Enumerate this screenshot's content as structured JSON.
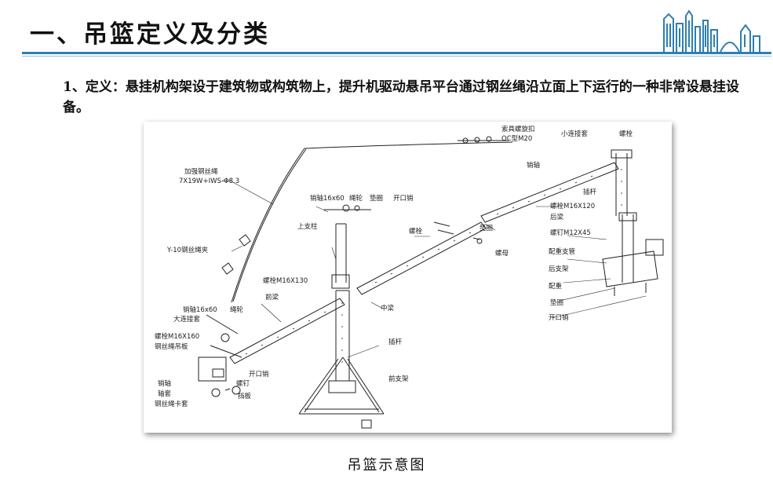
{
  "header": {
    "title": "一、吊篮定义及分类",
    "accent_color": "#2e7fb0",
    "logo_icon": "city-skyline-icon"
  },
  "definition": {
    "text": "1、定义：悬挂机构架设于建筑物或构筑物上，提升机驱动悬吊平台通过钢丝绳沿立面上下运行的一种非常设悬挂设备。"
  },
  "figure": {
    "caption": "吊篮示意图",
    "labels": {
      "reinforced_rope": "加强钢丝绳",
      "rope_spec": "7X19W+IWS-Φ8.3",
      "rope_clamp": "Y-10钢丝绳夹",
      "turnbuckle": "索具螺旋扣",
      "turnbuckle_spec": "OC型M20",
      "small_sleeve": "小连接套",
      "bolt_top": "螺栓",
      "pin_top": "销轴",
      "insert_rod_rear": "插杆",
      "pin_shaft_16x60_a": "销轴16x60",
      "rope_wheel_a": "绳轮",
      "washer_a": "垫圈",
      "cotter_pin_a": "开口销",
      "upper_column": "上支柱",
      "bolt_mid": "螺栓",
      "washer_mid": "垫圈",
      "nut_mid": "螺母",
      "bolt_m16x130": "螺栓M16X130",
      "rear_beam": "后梁",
      "bolt_m16x120": "螺栓M16X120",
      "screw_m12x45": "螺钉M12X45",
      "counterweight_tube": "配重支管",
      "rear_frame": "后支架",
      "counterweight": "配重",
      "washer_b": "垫圈",
      "cotter_pin_b": "开口销",
      "front_beam": "前梁",
      "middle_beam": "中梁",
      "insert_rod_front": "插杆",
      "front_frame": "前支架",
      "pin_shaft_16x60_b": "销轴16x60",
      "big_sleeve": "大连接套",
      "rope_wheel_b": "绳轮",
      "bolt_m16x160": "螺栓M16X160",
      "rope_hanging_plate": "钢丝绳吊板",
      "cotter_pin_c": "开口销",
      "pin_bottom": "销轴",
      "screw_bottom": "螺钉",
      "shaft_sleeve": "轴套",
      "baffle": "挡板",
      "rope_clip_sleeve": "钢丝绳卡套"
    }
  }
}
